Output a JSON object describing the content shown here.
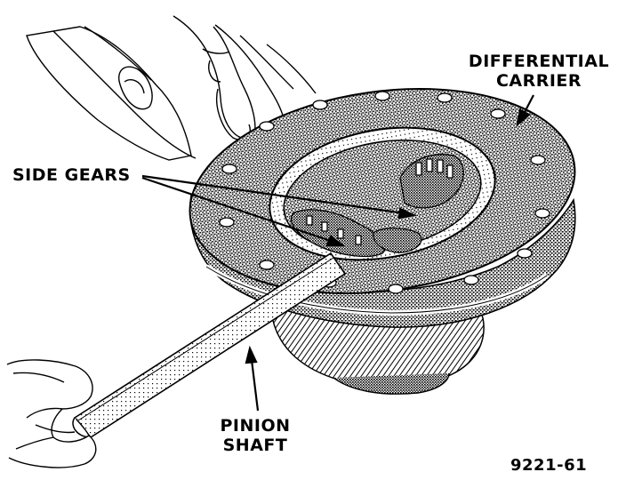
{
  "labels": {
    "differential_carrier_line1": "DIFFERENTIAL",
    "differential_carrier_line2": "CARRIER",
    "side_gears": "SIDE GEARS",
    "pinion_line1": "PINION",
    "pinion_line2": "SHAFT",
    "figure_number": "9221-61"
  },
  "colors": {
    "ink": "#000000",
    "paper": "#ffffff",
    "stipple": "#7a7a7a"
  }
}
